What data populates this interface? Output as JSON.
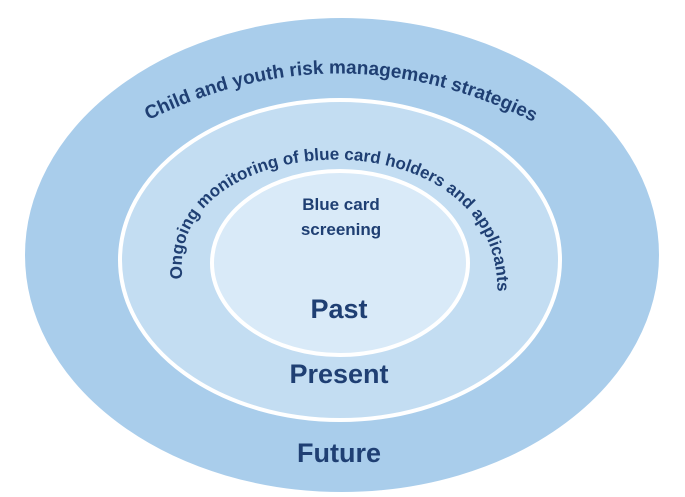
{
  "diagram": {
    "outer_arc_text": "Child and youth risk management strategies",
    "middle_arc_text": "Ongoing monitoring of blue card holders and applicants",
    "inner_line1": "Blue card",
    "inner_line2": "screening",
    "label_past": "Past",
    "label_present": "Present",
    "label_future": "Future"
  },
  "colors": {
    "outer_fill": "#a9cdeb",
    "middle_fill": "#c3ddf2",
    "inner_fill": "#d9eaf8",
    "ring_stroke": "#ffffff",
    "text": "#1f3f73"
  }
}
